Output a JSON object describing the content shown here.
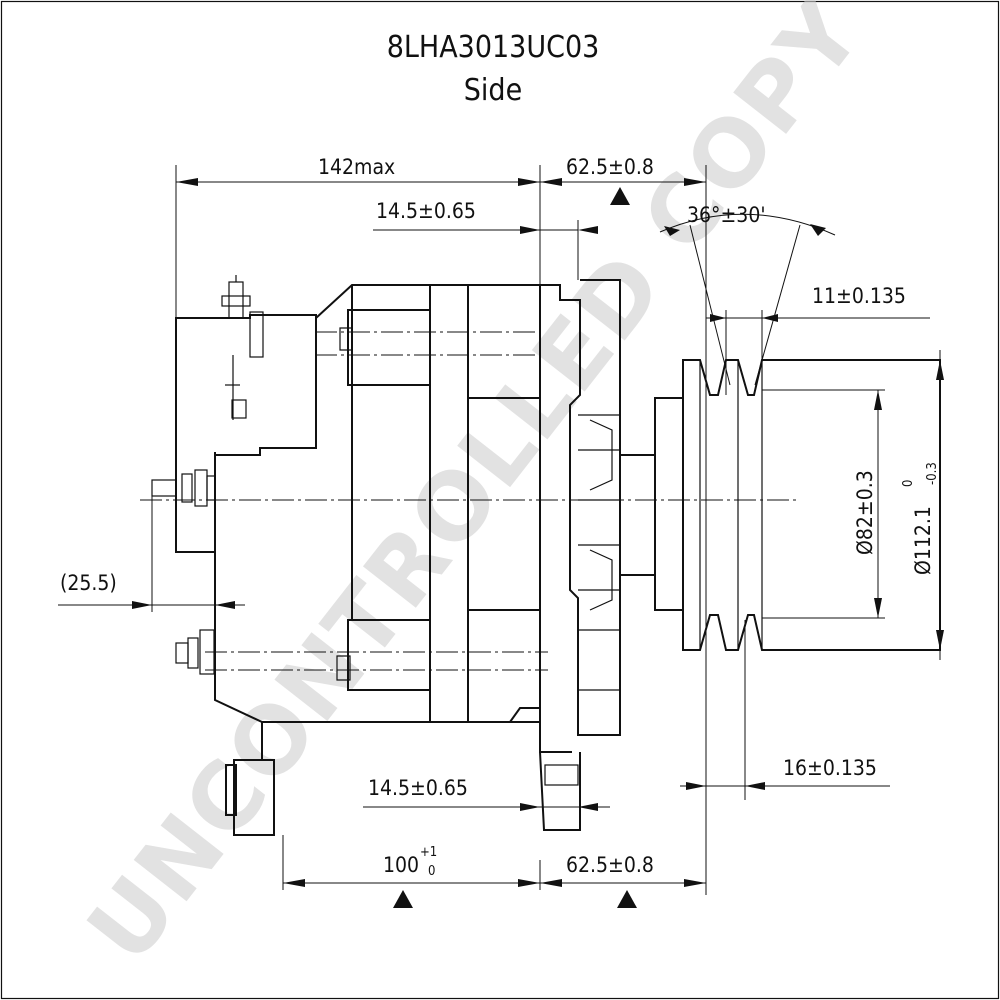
{
  "title": {
    "part_number": "8LHA3013UC03",
    "view": "Side"
  },
  "watermark": "UNCONTROLLED COPY",
  "dimensions": {
    "overall_length": "142max",
    "pulley_offset_top": "62.5±0.8",
    "terminal_offset_top": "14.5±0.65",
    "v_angle": "36°±30'",
    "groove_width": "11±0.135",
    "pulley_pitch_dia": "Ø82±0.3",
    "pulley_outer_dia": "Ø112.1",
    "pulley_outer_dia_tol_upper": "0",
    "pulley_outer_dia_tol_lower": "-0.3",
    "mount_offset": "(25.5)",
    "groove_offset": "16±0.135",
    "terminal_offset_bottom": "14.5±0.65",
    "mount_width": "100",
    "mount_width_tol_upper": "+1",
    "mount_width_tol_lower": "0",
    "pulley_offset_bottom": "62.5±0.8"
  },
  "colors": {
    "line": "#111111",
    "watermark": "#cfcfcf",
    "background": "#ffffff"
  }
}
